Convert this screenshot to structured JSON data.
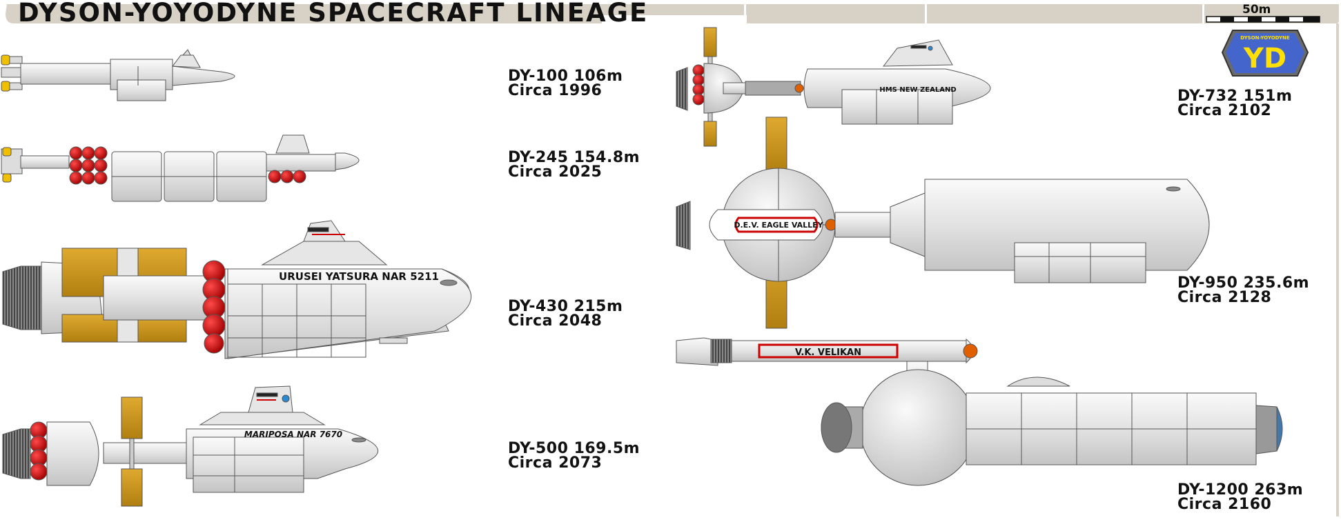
{
  "title": "DYSON-YOYODYNE SPACECRAFT LINEAGE",
  "scale_bar": {
    "label": "50m"
  },
  "logo": {
    "text": "DYSON-YOYODYNE",
    "letters": "YD"
  },
  "ships": [
    {
      "model": "DY-100 106m",
      "circa": "Circa 1996"
    },
    {
      "model": "DY-245 154.8m",
      "circa": "Circa 2025"
    },
    {
      "model": "DY-430 215m",
      "circa": "Circa 2048",
      "hull_name": "URUSEI YATSURA   NAR 5211"
    },
    {
      "model": "DY-500 169.5m",
      "circa": "Circa 2073",
      "hull_name": "MARIPOSA  NAR 7670"
    },
    {
      "model": "DY-732 151m",
      "circa": "Circa 2102",
      "hull_name": "HMS NEW ZEALAND"
    },
    {
      "model": "DY-950 235.6m",
      "circa": "Circa 2128",
      "hull_name": "D.E.V. EAGLE VALLEY"
    },
    {
      "model": "DY-1200 263m",
      "circa": "Circa 2160",
      "hull_name": "V.K. VELIKAN"
    }
  ],
  "colors": {
    "hull": "#e4e4e4",
    "outline": "#555555",
    "tanks": "#cc0000",
    "panels": "#c9941c",
    "frame": "#d8d2c6"
  }
}
